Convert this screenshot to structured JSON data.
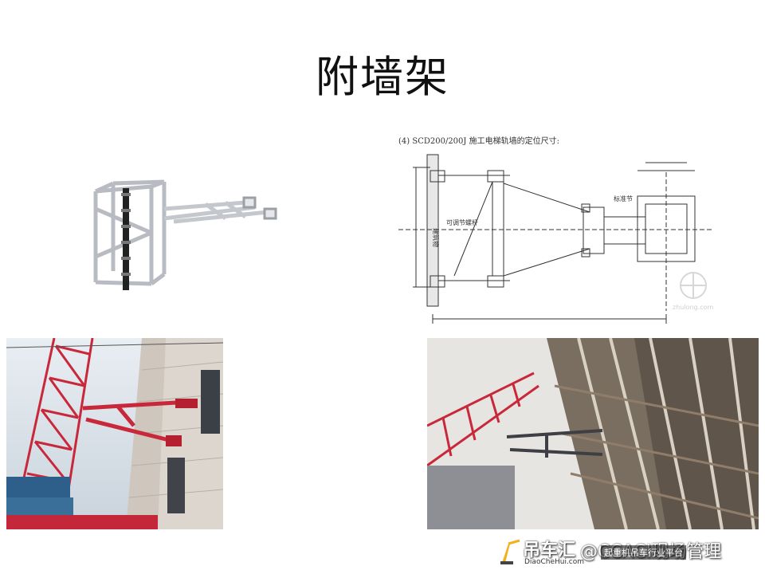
{
  "slide": {
    "title": "附墙架"
  },
  "drawing": {
    "caption": "(4)  SCD200/200J 施工电梯轨墙的定位尺寸:",
    "labels": {
      "adjustable_rod": "可调节螺杆",
      "standard_section": "标准节",
      "wall": "建筑物",
      "site_mark": "zhulong.com"
    }
  },
  "watermark": {
    "brand": "吊车汇",
    "url": "DiaoCheHui.com",
    "org": "@CCACI现场管理",
    "tagline": "起重机吊车行业平台"
  },
  "colors": {
    "mast_red": "#c8283a",
    "frame_gray": "#c9ccd0",
    "drawing_line": "#333333"
  }
}
